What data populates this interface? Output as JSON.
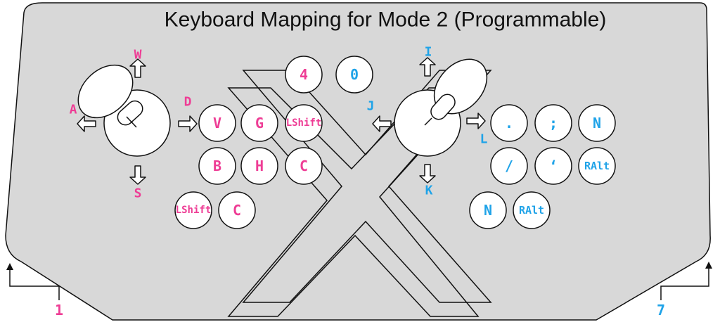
{
  "title": "Keyboard Mapping for Mode 2 (Programmable)",
  "colors": {
    "panel": "#d8d8d8",
    "player1": "#ee3d95",
    "player2": "#1fa3e8",
    "outline": "#111111"
  },
  "player1": {
    "label": "1",
    "directions": {
      "up": "W",
      "left": "A",
      "right": "D",
      "down": "S"
    },
    "buttons_row1": [
      "V",
      "G",
      "LShift"
    ],
    "buttons_row2": [
      "B",
      "H",
      "C"
    ],
    "buttons_row3": [
      "LShift",
      "C"
    ],
    "extra_button": "4"
  },
  "player2": {
    "label": "7",
    "directions": {
      "up": "I",
      "left": "J",
      "right": "L",
      "down": "K"
    },
    "buttons_row1": [
      ".",
      ";",
      "N"
    ],
    "buttons_row2": [
      "/",
      "‘",
      "RAlt"
    ],
    "buttons_row3": [
      "N",
      "RAlt"
    ],
    "extra_button": "0"
  }
}
